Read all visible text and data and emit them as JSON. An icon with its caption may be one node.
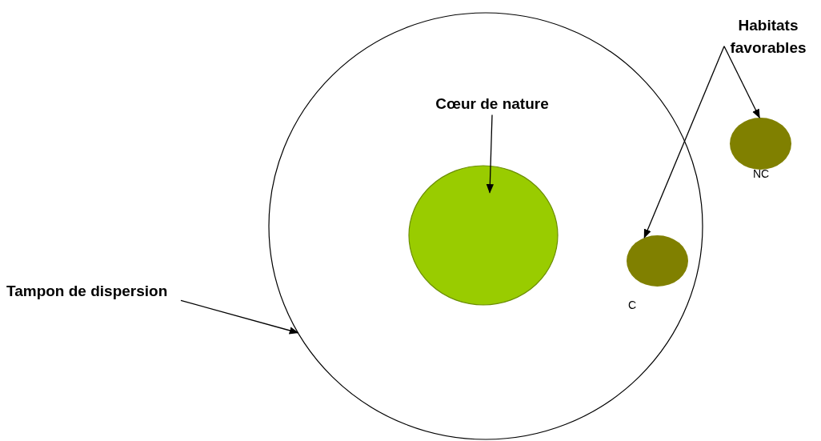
{
  "diagram": {
    "nodes": [
      {
        "text": [],
        "shape": "circle"
      },
      {
        "text": [
          "Habitats favorables"
        ]
      },
      {
        "text": [
          "Cœur de nature"
        ],
        "in": 0
      },
      {
        "text": [],
        "shape": "circle",
        "beside": [
          "NC"
        ]
      },
      {
        "text": [],
        "shape": "circle",
        "in": 0
      },
      {
        "text": [],
        "shape": "circle",
        "in": 0,
        "beside": [
          "C"
        ]
      },
      {
        "text": [
          "Tampon de dispersion"
        ]
      }
    ],
    "edges": [
      {
        "from": 1,
        "to": 3,
        "arrow": "to"
      },
      {
        "from": 1,
        "to": 5,
        "arrow": "to"
      },
      {
        "from": 2,
        "to": 4,
        "arrow": "to"
      },
      {
        "from": 6,
        "to": 0,
        "arrow": "to"
      }
    ]
  }
}
